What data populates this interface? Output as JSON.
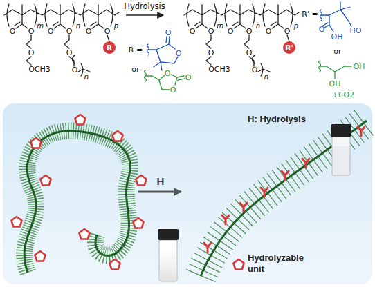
{
  "diagram": {
    "labels": [
      "m",
      "O",
      "O",
      "O",
      "OCH3",
      "n",
      "O",
      "O",
      "O",
      "O",
      "n",
      "p",
      "O",
      "O",
      "R",
      "Hydrolysis",
      "R =",
      "O",
      "O",
      "or",
      "O",
      "O",
      "O",
      "m",
      "O",
      "O",
      "O",
      "OCH3",
      "n",
      "O",
      "O",
      "O",
      "O",
      "n",
      "p",
      "O",
      "O",
      "R'",
      "R' =",
      "O",
      "OH",
      "HO",
      "or",
      "OH",
      "OH",
      "+CO2",
      "H",
      "H: Hydrolysis"
    ],
    "legend": [
      {
        "text": "Hydrolyzable unit"
      }
    ]
  }
}
